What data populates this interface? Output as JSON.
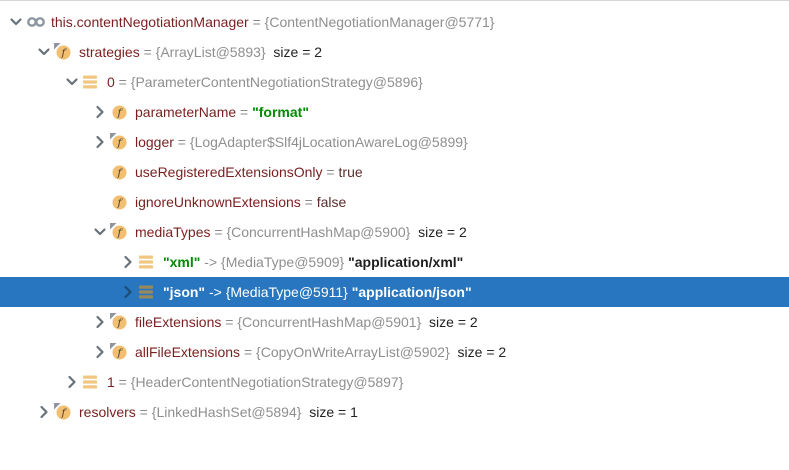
{
  "panel": {
    "name": "debugger-variables-tree",
    "selection_color": "#2776bf",
    "colors": {
      "name": "#7a1f1f",
      "reference": "#8f8f8f",
      "string": "#008b00",
      "string_preview": "#1f1f1f",
      "boolean": "#5a2d2d",
      "size_text": "#232323",
      "selected_text": "#ffffff",
      "field_icon_fill": "#f2bf70",
      "array_icon_fill": "#f1c783",
      "array_icon_fill_selected": "#97895c",
      "chevron": "#68727a",
      "chevron_selected": "#1c4d73",
      "watch_icon": "#8b97a1",
      "final_marker": "#90959b"
    }
  },
  "tree": {
    "rows": [
      {
        "level": 0,
        "chevron": "down",
        "icon": "watch",
        "selected": false,
        "segments": [
          {
            "t": "this.contentNegotiationManager",
            "s": "name"
          },
          {
            "t": " = ",
            "s": "eq"
          },
          {
            "t": "{ContentNegotiationManager@5771}",
            "s": "ref"
          }
        ]
      },
      {
        "level": 1,
        "chevron": "down",
        "icon": "field-final",
        "selected": false,
        "segments": [
          {
            "t": "strategies",
            "s": "name"
          },
          {
            "t": " = ",
            "s": "eq"
          },
          {
            "t": "{ArrayList@5893}",
            "s": "ref"
          },
          {
            "t": "  size = 2",
            "s": "size"
          }
        ]
      },
      {
        "level": 2,
        "chevron": "down",
        "icon": "array",
        "selected": false,
        "segments": [
          {
            "t": "0",
            "s": "name"
          },
          {
            "t": " = ",
            "s": "eq"
          },
          {
            "t": "{ParameterContentNegotiationStrategy@5896}",
            "s": "ref"
          }
        ]
      },
      {
        "level": 3,
        "chevron": "right",
        "icon": "field",
        "selected": false,
        "segments": [
          {
            "t": "parameterName",
            "s": "name"
          },
          {
            "t": " = ",
            "s": "eq"
          },
          {
            "t": "\"format\"",
            "s": "string"
          }
        ]
      },
      {
        "level": 3,
        "chevron": "right",
        "icon": "field-final",
        "selected": false,
        "segments": [
          {
            "t": "logger",
            "s": "name"
          },
          {
            "t": " = ",
            "s": "eq"
          },
          {
            "t": "{LogAdapter$Slf4jLocationAwareLog@5899}",
            "s": "ref"
          }
        ]
      },
      {
        "level": 3,
        "chevron": "none",
        "icon": "field",
        "selected": false,
        "segments": [
          {
            "t": "useRegisteredExtensionsOnly",
            "s": "name"
          },
          {
            "t": " = ",
            "s": "eq"
          },
          {
            "t": "true",
            "s": "bool"
          }
        ]
      },
      {
        "level": 3,
        "chevron": "none",
        "icon": "field",
        "selected": false,
        "segments": [
          {
            "t": "ignoreUnknownExtensions",
            "s": "name"
          },
          {
            "t": " = ",
            "s": "eq"
          },
          {
            "t": "false",
            "s": "bool"
          }
        ]
      },
      {
        "level": 3,
        "chevron": "down",
        "icon": "field-final",
        "selected": false,
        "segments": [
          {
            "t": "mediaTypes",
            "s": "name"
          },
          {
            "t": " = ",
            "s": "eq"
          },
          {
            "t": "{ConcurrentHashMap@5900}",
            "s": "ref"
          },
          {
            "t": "  size = 2",
            "s": "size"
          }
        ]
      },
      {
        "level": 4,
        "chevron": "right",
        "icon": "array",
        "selected": false,
        "segments": [
          {
            "t": "\"xml\"",
            "s": "string"
          },
          {
            "t": " -> ",
            "s": "arrow"
          },
          {
            "t": "{MediaType@5909} ",
            "s": "ref"
          },
          {
            "t": "\"application/xml\"",
            "s": "strval"
          }
        ]
      },
      {
        "level": 4,
        "chevron": "right",
        "icon": "array",
        "selected": true,
        "segments": [
          {
            "t": "\"json\"",
            "s": "string"
          },
          {
            "t": " -> ",
            "s": "arrow"
          },
          {
            "t": "{MediaType@5911} ",
            "s": "ref"
          },
          {
            "t": "\"application/json\"",
            "s": "strval"
          }
        ]
      },
      {
        "level": 3,
        "chevron": "right",
        "icon": "field-final",
        "selected": false,
        "segments": [
          {
            "t": "fileExtensions",
            "s": "name"
          },
          {
            "t": " = ",
            "s": "eq"
          },
          {
            "t": "{ConcurrentHashMap@5901}",
            "s": "ref"
          },
          {
            "t": "  size = 2",
            "s": "size"
          }
        ]
      },
      {
        "level": 3,
        "chevron": "right",
        "icon": "field-final",
        "selected": false,
        "segments": [
          {
            "t": "allFileExtensions",
            "s": "name"
          },
          {
            "t": " = ",
            "s": "eq"
          },
          {
            "t": "{CopyOnWriteArrayList@5902}",
            "s": "ref"
          },
          {
            "t": "  size = 2",
            "s": "size"
          }
        ]
      },
      {
        "level": 2,
        "chevron": "right",
        "icon": "array",
        "selected": false,
        "segments": [
          {
            "t": "1",
            "s": "name"
          },
          {
            "t": " = ",
            "s": "eq"
          },
          {
            "t": "{HeaderContentNegotiationStrategy@5897}",
            "s": "ref"
          }
        ]
      },
      {
        "level": 1,
        "chevron": "right",
        "icon": "field-final",
        "selected": false,
        "segments": [
          {
            "t": "resolvers",
            "s": "name"
          },
          {
            "t": " = ",
            "s": "eq"
          },
          {
            "t": "{LinkedHashSet@5894}",
            "s": "ref"
          },
          {
            "t": "  size = 1",
            "s": "size"
          }
        ]
      }
    ]
  }
}
